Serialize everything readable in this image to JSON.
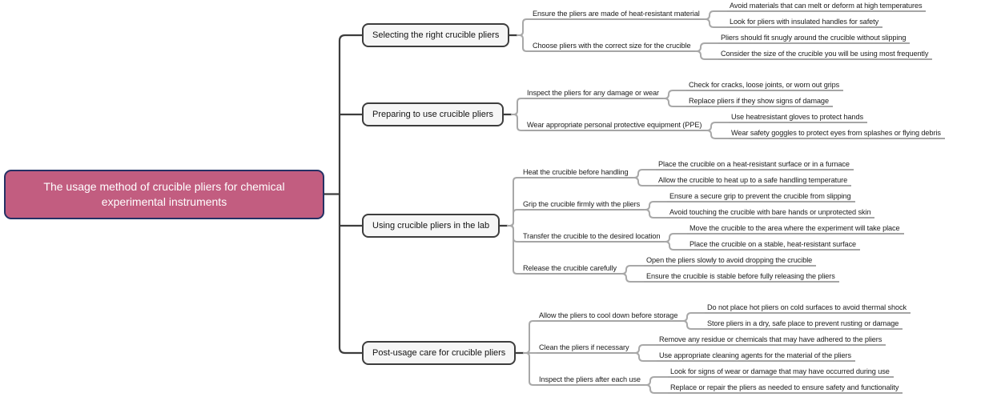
{
  "root": {
    "label": "The usage method of crucible pliers for chemical experimental instruments"
  },
  "colors": {
    "root_fill": "#c25d80",
    "root_border": "#253164",
    "root_text": "#ffffff",
    "branch_fill": "#f6f6f6",
    "branch_border": "#3d3d3d",
    "dark_line": "#3d3d3d",
    "light_line": "#a8a8a8",
    "underline": "#a5a5a5",
    "leaf_text": "#1c1c1c"
  },
  "branches": [
    {
      "label": "Selecting the right crucible pliers",
      "children": [
        {
          "label": "Ensure the pliers are made of heat-resistant material",
          "children": [
            {
              "label": "Avoid materials that can melt or deform at high temperatures"
            },
            {
              "label": "Look for pliers with insulated handles for safety"
            }
          ]
        },
        {
          "label": "Choose pliers with the correct size for the crucible",
          "children": [
            {
              "label": "Pliers should fit snugly around the crucible without slipping"
            },
            {
              "label": "Consider the size of the crucible you will be using most frequently"
            }
          ]
        }
      ]
    },
    {
      "label": "Preparing to use crucible pliers",
      "children": [
        {
          "label": "Inspect the pliers for any damage or wear",
          "children": [
            {
              "label": "Check for cracks, loose joints, or worn out grips"
            },
            {
              "label": "Replace pliers if they show signs of damage"
            }
          ]
        },
        {
          "label": "Wear appropriate personal protective equipment (PPE)",
          "children": [
            {
              "label": "Use heatresistant gloves to protect hands"
            },
            {
              "label": "Wear safety goggles to protect eyes from splashes or flying debris"
            }
          ]
        }
      ]
    },
    {
      "label": "Using crucible pliers in the lab",
      "children": [
        {
          "label": "Heat the crucible before handling",
          "children": [
            {
              "label": "Place the crucible on a heat-resistant surface or in a furnace"
            },
            {
              "label": "Allow the crucible to heat up to a safe handling temperature"
            }
          ]
        },
        {
          "label": "Grip the crucible firmly with the pliers",
          "children": [
            {
              "label": "Ensure a secure grip to prevent the crucible from slipping"
            },
            {
              "label": "Avoid touching the crucible with bare hands or unprotected skin"
            }
          ]
        },
        {
          "label": "Transfer the crucible to the desired location",
          "children": [
            {
              "label": "Move the crucible to the area where the experiment will take place"
            },
            {
              "label": "Place the crucible on a stable, heat-resistant surface"
            }
          ]
        },
        {
          "label": "Release the crucible carefully",
          "children": [
            {
              "label": "Open the pliers slowly to avoid dropping the crucible"
            },
            {
              "label": "Ensure the crucible is stable before fully releasing the pliers"
            }
          ]
        }
      ]
    },
    {
      "label": "Post-usage care for crucible pliers",
      "children": [
        {
          "label": "Allow the pliers to cool down before storage",
          "children": [
            {
              "label": "Do not place hot pliers on cold surfaces to avoid thermal shock"
            },
            {
              "label": "Store pliers in a dry, safe place to prevent rusting or damage"
            }
          ]
        },
        {
          "label": "Clean the pliers if necessary",
          "children": [
            {
              "label": "Remove any residue or chemicals that may have adhered to the pliers"
            },
            {
              "label": "Use appropriate cleaning agents for the material of the pliers"
            }
          ]
        },
        {
          "label": "Inspect the pliers after each use",
          "children": [
            {
              "label": "Look for signs of wear or damage that may have occurred during use"
            },
            {
              "label": "Replace or repair the pliers as needed to ensure safety and functionality"
            }
          ]
        }
      ]
    }
  ]
}
